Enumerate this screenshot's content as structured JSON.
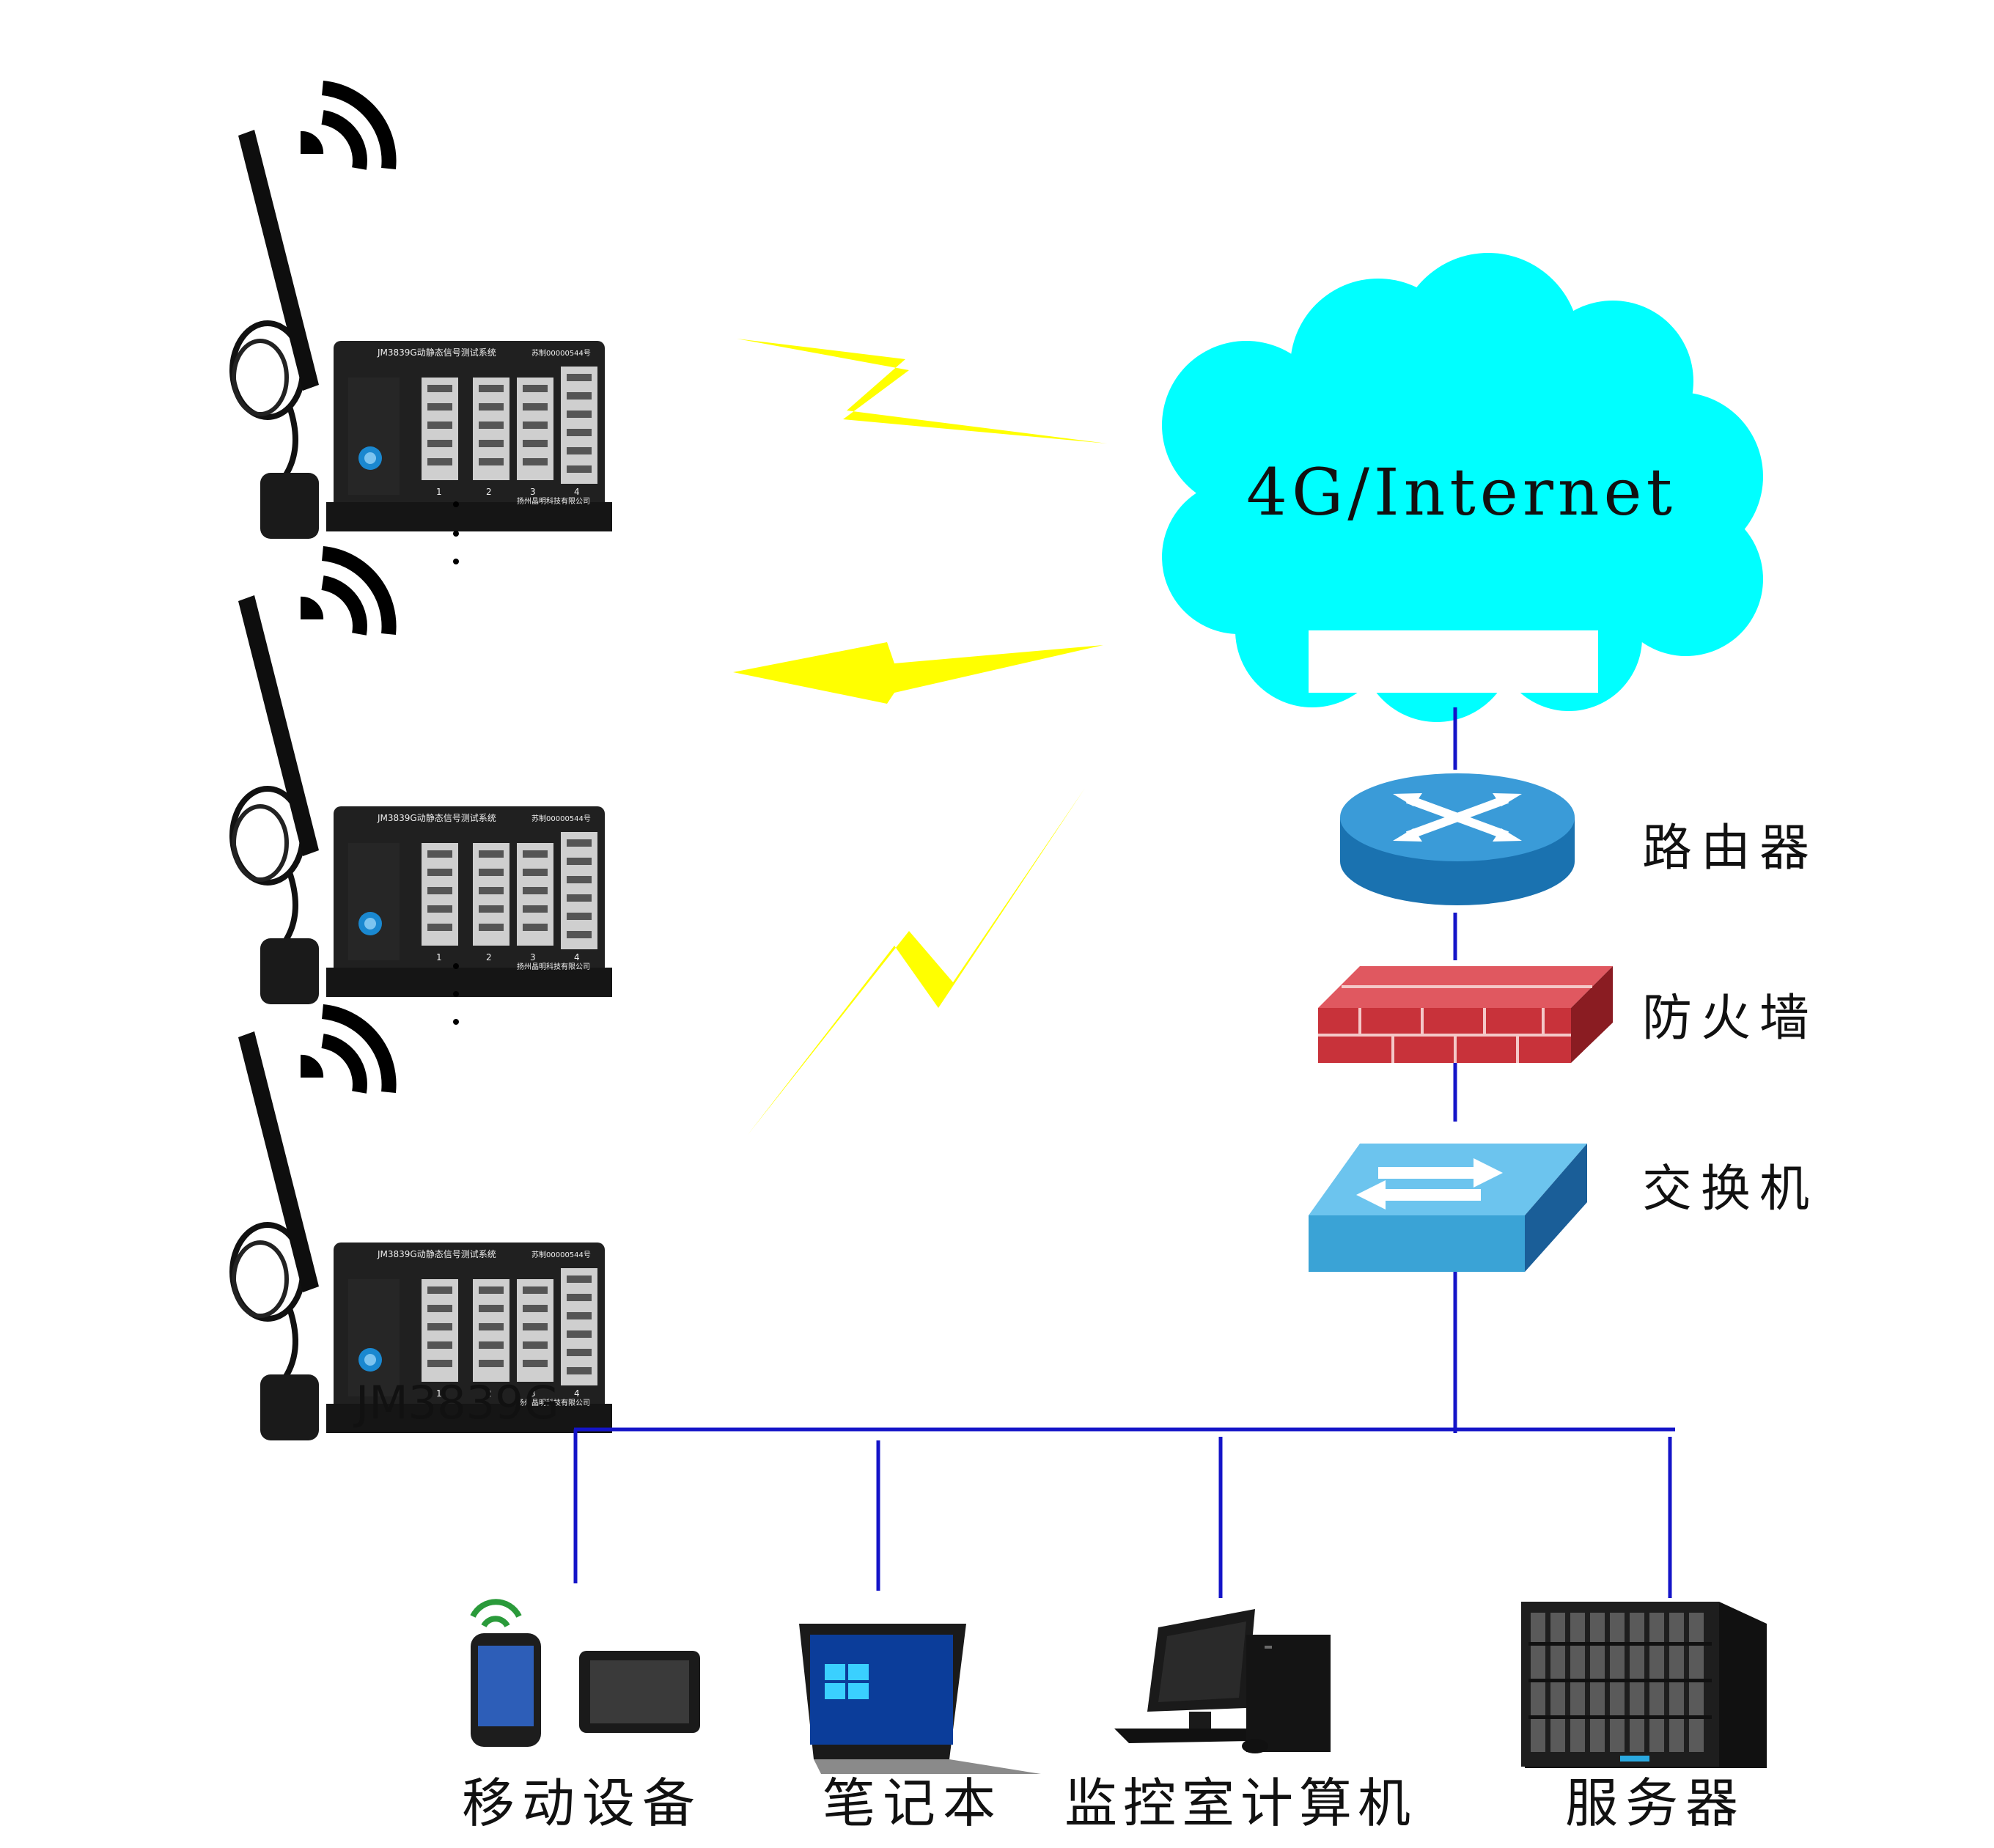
{
  "cloud": {
    "label": "4G/Internet",
    "color": "#00ffff"
  },
  "device_label": "JM3839G",
  "device_panel": {
    "title": "JM3839G动静态信号测试系统",
    "company": "扬州晶明科技有限公司",
    "cert": "苏制00000544号",
    "channels": [
      "1",
      "2",
      "3",
      "4"
    ]
  },
  "network": {
    "router": "路由器",
    "firewall": "防火墙",
    "switch": "交换机"
  },
  "endpoints": {
    "mobile": "移动设备",
    "laptop": "笔记本",
    "monitor_pc": "监控室计算机",
    "server": "服务器"
  },
  "colors": {
    "line": "#1414c8",
    "bolt": "#ffff00",
    "router": "#1f8fd0",
    "firewall": "#c8323a",
    "switch": "#3aa3d6"
  },
  "icons": [
    "wifi-signal-icon",
    "lightning-bolt-icon",
    "router-icon",
    "firewall-icon",
    "switch-icon",
    "phone-icon",
    "tablet-icon",
    "laptop-icon",
    "desktop-pc-icon",
    "server-rack-icon"
  ]
}
